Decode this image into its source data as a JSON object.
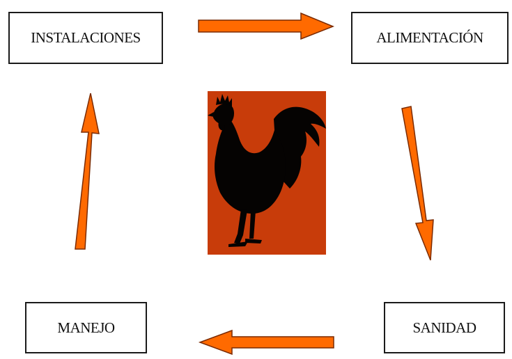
{
  "nodes": {
    "instalaciones": "INSTALACIONES",
    "alimentacion": "ALIMENTACIÓN",
    "sanidad": "SANIDAD",
    "manejo": "MANEJO"
  },
  "colors": {
    "arrow_fill": "#ff6a00",
    "arrow_stroke": "#7a2a00",
    "emblem_background": "#c83c0a",
    "rooster_silhouette": "#050302",
    "box_border": "#1a1a1a"
  },
  "icons": {
    "center": "rooster-icon"
  }
}
